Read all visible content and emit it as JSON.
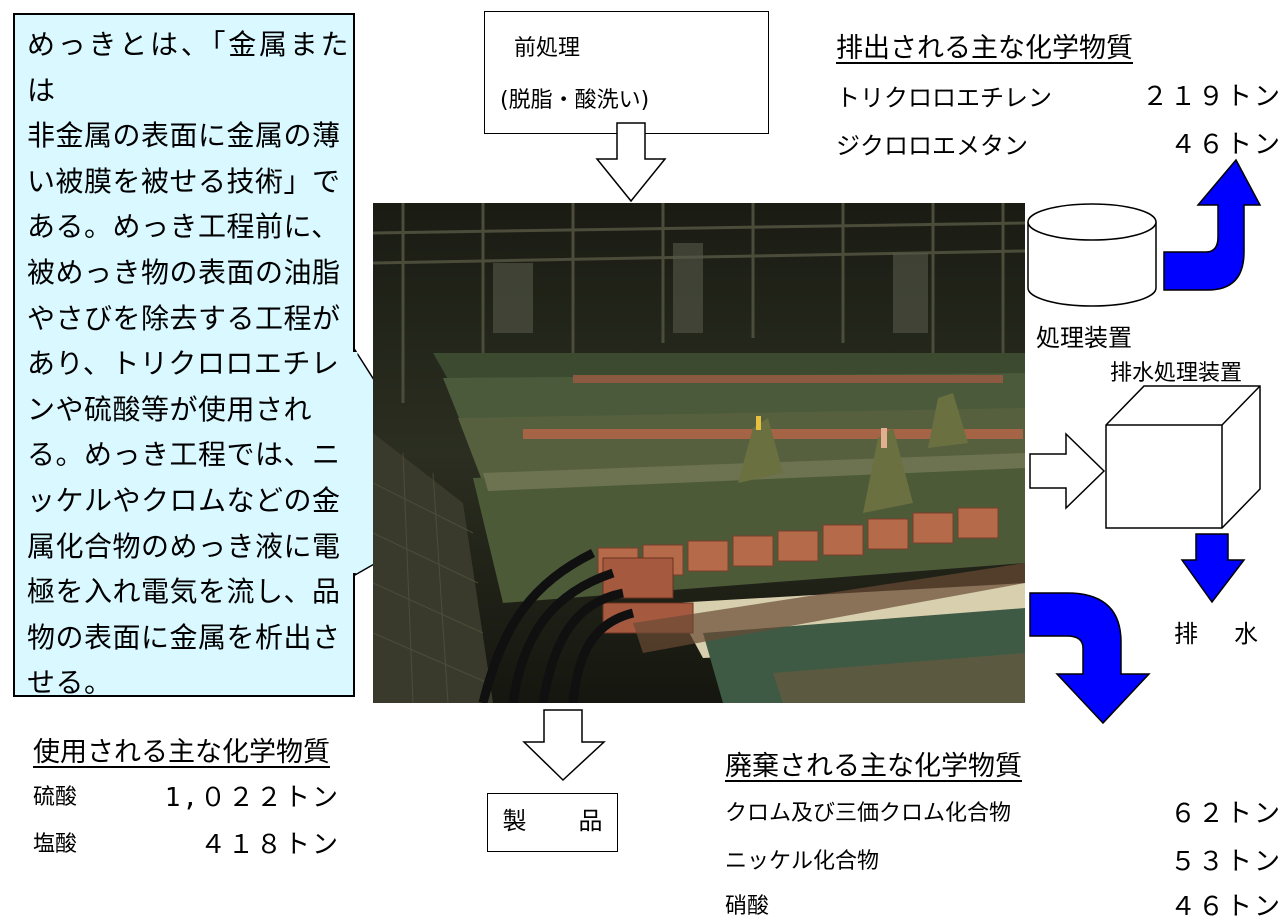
{
  "explanation": "めっきとは、「金属または\n非金属の表面に金属の薄\nい被膜を被せる技術」で\nある。めっき工程前に、\n被めっき物の表面の油脂\nやさびを除去する工程が\nあり、トリクロロエチレ\nンや硫酸等が使用され\nる。めっき工程では、ニ\nッケルやクロムなどの金\n属化合物のめっき液に電\n極を入れ電気を流し、品\n物の表面に金属を析出さ\nせる。",
  "pretreatment": {
    "line1": "前処理",
    "line2": "(脱脂・酸洗い)"
  },
  "product": {
    "label": "製　品"
  },
  "emitted": {
    "title": "排出される主な化学物質",
    "rows": [
      {
        "name": "トリクロロエチレン",
        "amount": "２１９トン"
      },
      {
        "name": "ジクロロエメタン",
        "amount": "４６トン"
      }
    ]
  },
  "treatment_device": {
    "label": "処理装置"
  },
  "wastewater_device": {
    "label": "排水処理装置"
  },
  "drain": {
    "label": "排　水"
  },
  "used": {
    "title": "使用される主な化学物質",
    "rows": [
      {
        "name": "硫酸",
        "amount": "1,０２２トン"
      },
      {
        "name": "塩酸",
        "amount": "４１８トン"
      }
    ]
  },
  "disposed": {
    "title": "廃棄される主な化学物質",
    "rows": [
      {
        "name": "クロム及び三価クロム化合物",
        "amount": "６２トン"
      },
      {
        "name": "ニッケル化合物",
        "amount": "５３トン"
      },
      {
        "name": "硝酸",
        "amount": "４６トン"
      }
    ]
  },
  "colors": {
    "callout_fill": "#d9f8ff",
    "flow_arrow": "#0000ff",
    "photo_dark": "#1f2418",
    "tank_green": "#4a5a3a",
    "copper": "#b56a4a"
  }
}
